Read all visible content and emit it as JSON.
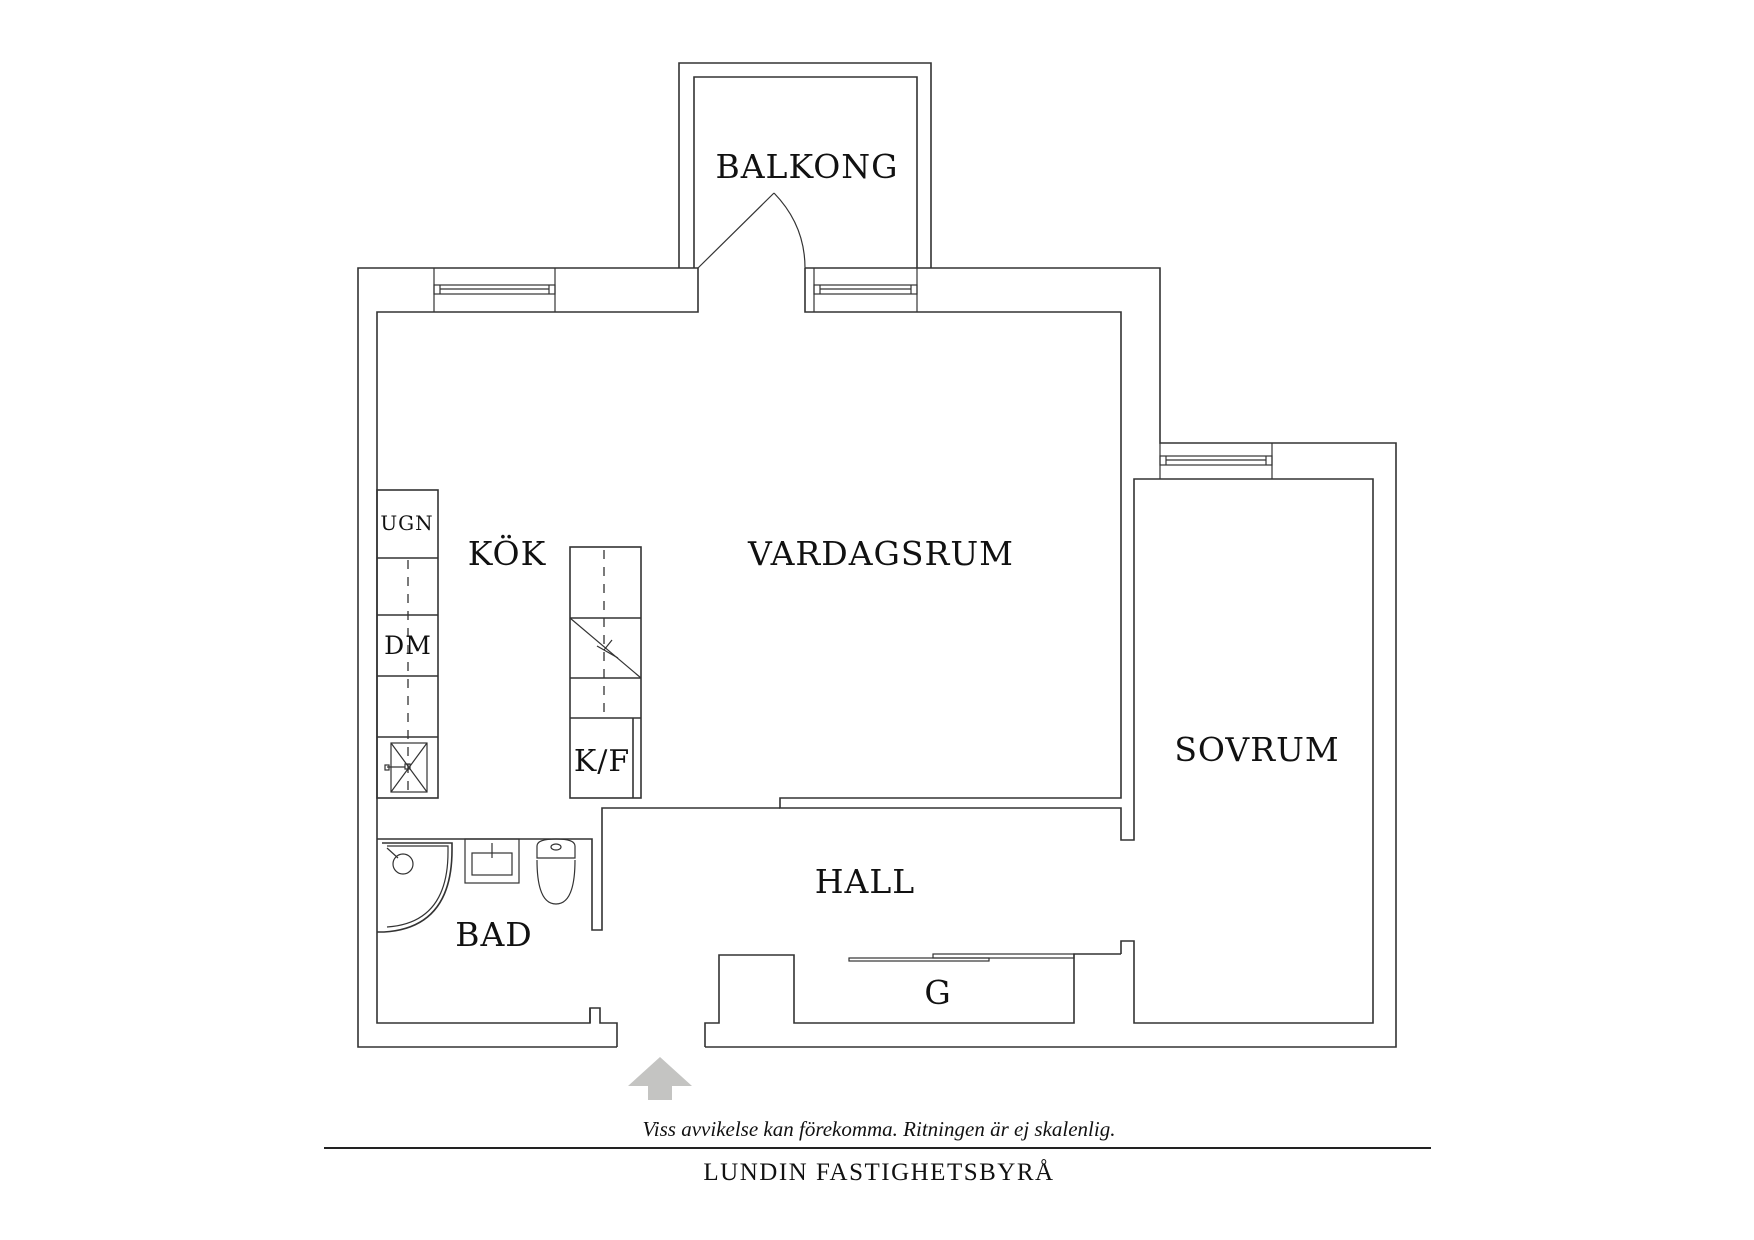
{
  "floorplan": {
    "rooms": {
      "balkong": "BALKONG",
      "kok": "KÖK",
      "vardagsrum": "VARDAGSRUM",
      "sovrum": "SOVRUM",
      "hall": "HALL",
      "bad": "BAD",
      "garderob": "G"
    },
    "appliances": {
      "ugn": "UGN",
      "dm": "DM",
      "kf": "K/F"
    },
    "entrance_arrow": "entrance-arrow",
    "wall_color": "#333333",
    "arrow_color": "#c4c4c2"
  },
  "footer": {
    "disclaimer": "Viss avvikelse kan förekomma. Ritningen är ej skalenlig.",
    "brand": "LUNDIN FASTIGHETSBYRÅ"
  }
}
